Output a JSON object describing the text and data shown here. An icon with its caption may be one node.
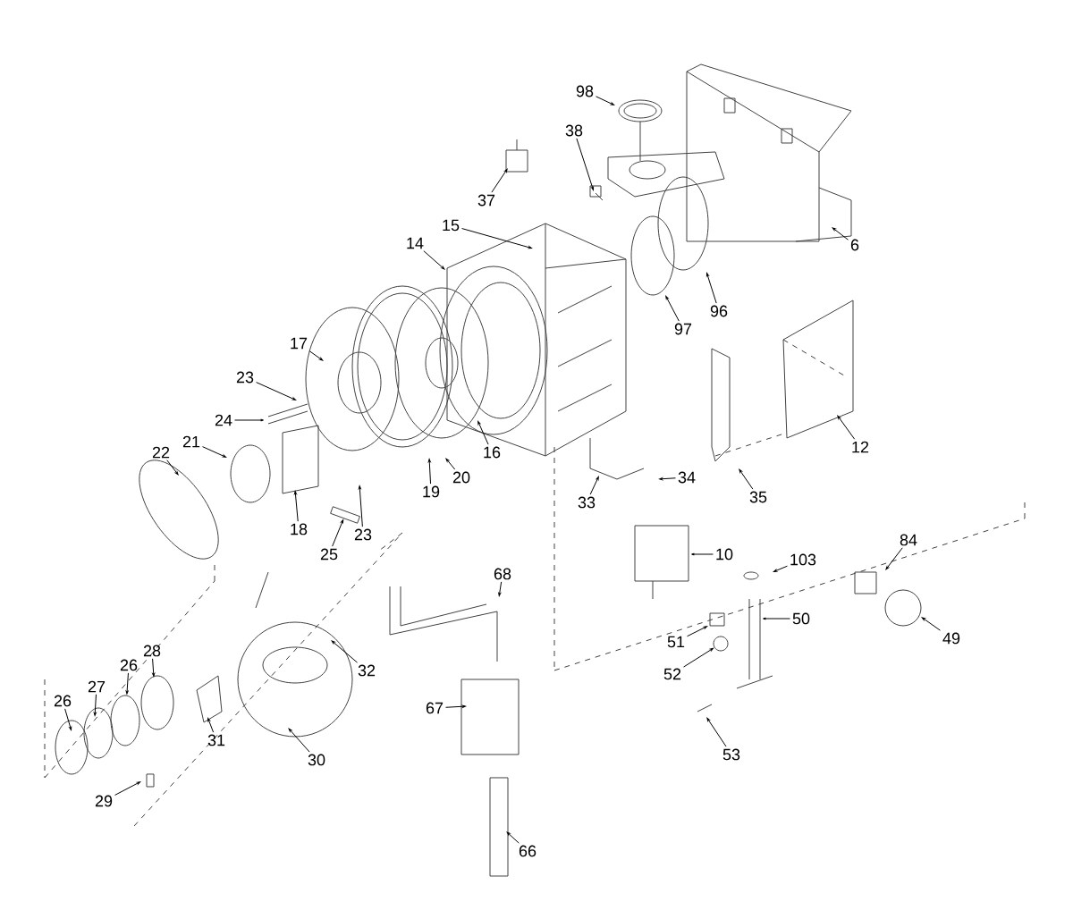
{
  "diagram": {
    "nodes": [
      {
        "text": [
          "98"
        ]
      },
      {
        "text": [
          "38"
        ]
      },
      {
        "text": [
          "37"
        ]
      },
      {
        "text": [
          "15"
        ]
      },
      {
        "text": [
          "14"
        ]
      },
      {
        "text": [
          "6"
        ]
      },
      {
        "text": [
          "97"
        ]
      },
      {
        "text": [
          "96"
        ]
      },
      {
        "text": [
          "17"
        ]
      },
      {
        "text": [
          "23"
        ]
      },
      {
        "text": [
          "24"
        ]
      },
      {
        "text": [
          "21"
        ]
      },
      {
        "text": [
          "22"
        ]
      },
      {
        "text": [
          "16"
        ]
      },
      {
        "text": [
          "19"
        ]
      },
      {
        "text": [
          "20"
        ]
      },
      {
        "text": [
          "18"
        ]
      },
      {
        "text": [
          "23"
        ]
      },
      {
        "text": [
          "25"
        ]
      },
      {
        "text": [
          "12"
        ]
      },
      {
        "text": [
          "35"
        ]
      },
      {
        "text": [
          "33"
        ]
      },
      {
        "text": [
          "34"
        ]
      },
      {
        "text": [
          "10"
        ]
      },
      {
        "text": [
          "103"
        ]
      },
      {
        "text": [
          "84"
        ]
      },
      {
        "text": [
          "50"
        ]
      },
      {
        "text": [
          "49"
        ]
      },
      {
        "text": [
          "51"
        ]
      },
      {
        "text": [
          "52"
        ]
      },
      {
        "text": [
          "53"
        ]
      },
      {
        "text": [
          "68"
        ]
      },
      {
        "text": [
          "67"
        ]
      },
      {
        "text": [
          "66"
        ]
      },
      {
        "text": [
          "32"
        ]
      },
      {
        "text": [
          "28"
        ]
      },
      {
        "text": [
          "26"
        ]
      },
      {
        "text": [
          "27"
        ]
      },
      {
        "text": [
          "26"
        ]
      },
      {
        "text": [
          "31"
        ]
      },
      {
        "text": [
          "30"
        ]
      },
      {
        "text": [
          "29"
        ]
      },
      {
        "text": [],
        "shape": "box"
      },
      {
        "text": [],
        "shape": "circle"
      },
      {
        "text": [],
        "shape": "ellipse"
      }
    ],
    "edges": [
      {
        "from": 0,
        "to": null,
        "arrow": "to"
      },
      {
        "from": 1,
        "to": null,
        "arrow": "to"
      },
      {
        "from": 2,
        "to": null,
        "arrow": "to"
      },
      {
        "from": 3,
        "to": null,
        "arrow": "to"
      },
      {
        "from": 4,
        "to": null,
        "arrow": "to"
      },
      {
        "from": 5,
        "to": null,
        "arrow": "to"
      },
      {
        "from": 6,
        "to": null,
        "arrow": "to"
      },
      {
        "from": 7,
        "to": null,
        "arrow": "to"
      },
      {
        "from": 8,
        "to": null,
        "arrow": "to"
      },
      {
        "from": 9,
        "to": null,
        "arrow": "to"
      },
      {
        "from": 10,
        "to": null,
        "arrow": "to"
      },
      {
        "from": 11,
        "to": null,
        "arrow": "to"
      },
      {
        "from": 12,
        "to": null,
        "arrow": "to"
      },
      {
        "from": 13,
        "to": null,
        "arrow": "to"
      },
      {
        "from": 14,
        "to": null,
        "arrow": "to"
      },
      {
        "from": 15,
        "to": null,
        "arrow": "to"
      },
      {
        "from": 16,
        "to": null,
        "arrow": "to"
      },
      {
        "from": 17,
        "to": null,
        "arrow": "to"
      },
      {
        "from": 18,
        "to": 42,
        "arrow": "to"
      },
      {
        "from": 19,
        "to": null,
        "arrow": "to"
      },
      {
        "from": 20,
        "to": null,
        "arrow": "to"
      },
      {
        "from": 21,
        "to": null,
        "arrow": "to"
      },
      {
        "from": 22,
        "to": null,
        "arrow": "to"
      },
      {
        "from": 23,
        "to": null,
        "arrow": "to"
      },
      {
        "from": 24,
        "to": null,
        "arrow": "to"
      },
      {
        "from": 25,
        "to": null,
        "arrow": "to"
      },
      {
        "from": 26,
        "to": null,
        "arrow": "to"
      },
      {
        "from": 27,
        "to": null,
        "arrow": "to"
      },
      {
        "from": 28,
        "to": null,
        "arrow": "to"
      },
      {
        "from": 29,
        "to": 43,
        "arrow": "to"
      },
      {
        "from": 30,
        "to": null,
        "arrow": "to"
      },
      {
        "from": 31,
        "to": null,
        "arrow": "to"
      },
      {
        "from": 32,
        "to": null,
        "arrow": "to"
      },
      {
        "from": 33,
        "to": null,
        "arrow": "to"
      },
      {
        "from": 34,
        "to": null,
        "arrow": "to"
      },
      {
        "from": 35,
        "to": null,
        "arrow": "to"
      },
      {
        "from": 36,
        "to": null,
        "arrow": "to"
      },
      {
        "from": 37,
        "to": null,
        "arrow": "to"
      },
      {
        "from": 38,
        "to": 44,
        "arrow": "to"
      },
      {
        "from": 39,
        "to": null,
        "arrow": "to"
      },
      {
        "from": 40,
        "to": null,
        "arrow": "to"
      },
      {
        "from": 41,
        "to": null,
        "arrow": "to"
      }
    ]
  }
}
